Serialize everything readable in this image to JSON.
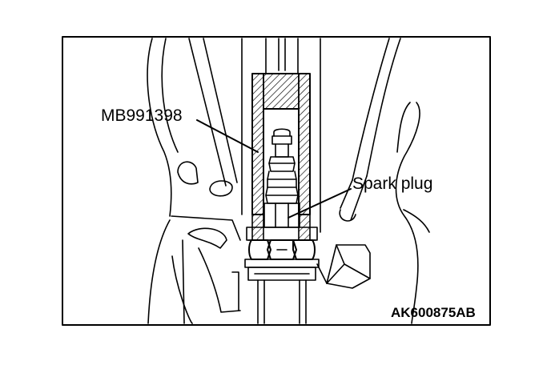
{
  "figure": {
    "labels": {
      "tool": "MB991398",
      "spark_plug": "Spark plug"
    },
    "code": "AK600875AB"
  }
}
